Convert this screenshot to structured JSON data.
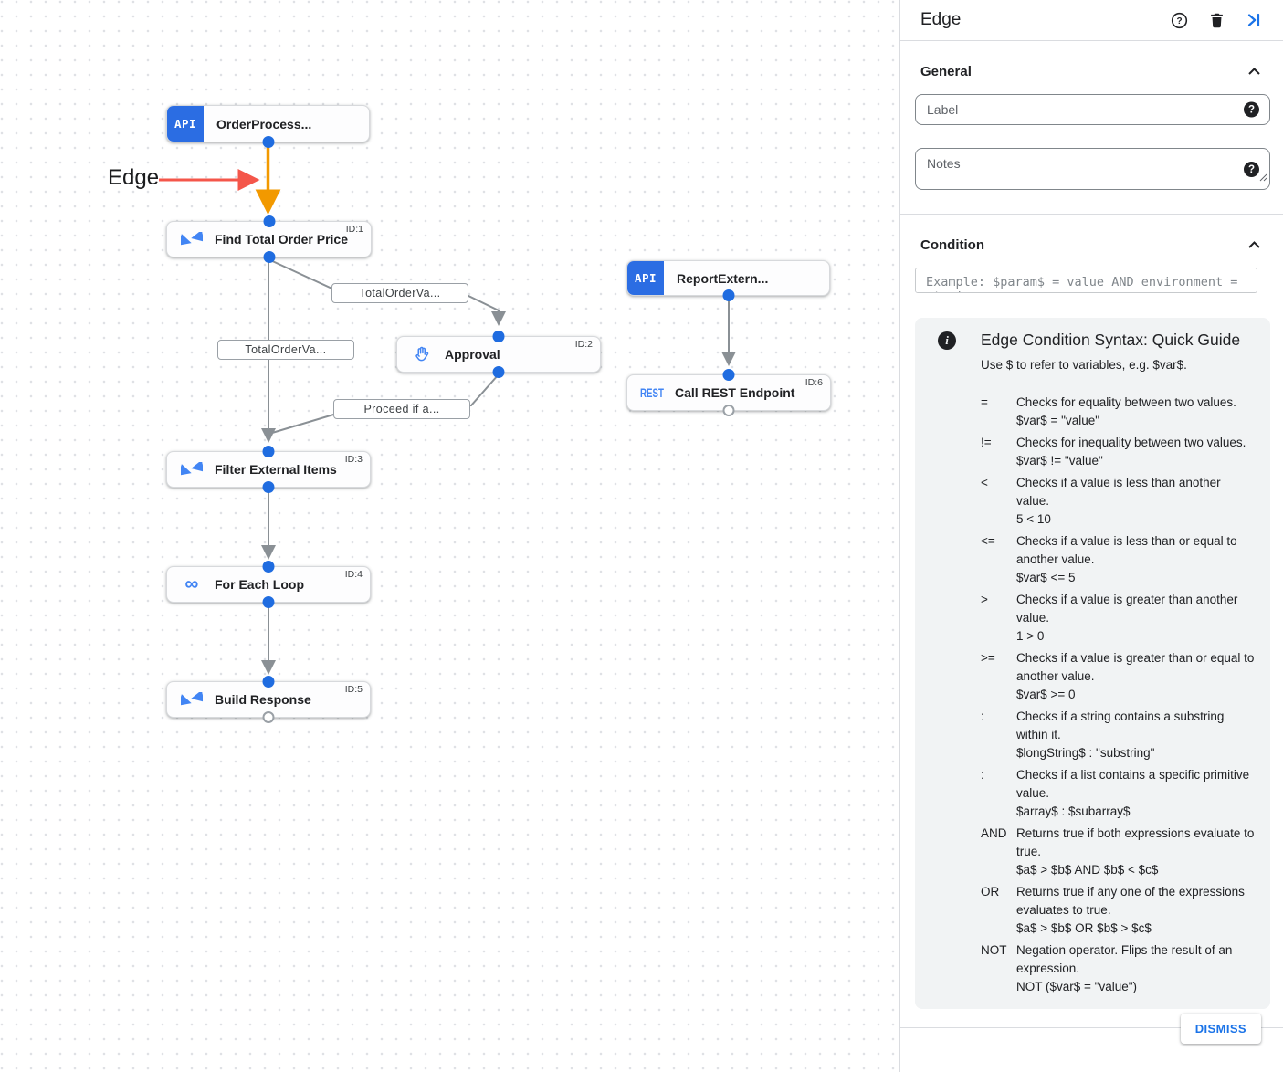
{
  "canvas": {
    "annotation": {
      "label": "Edge"
    },
    "nodes": [
      {
        "label": "OrderProcess...",
        "badge": "API",
        "type": "api-trigger"
      },
      {
        "label": "Find Total Order Price",
        "id_label": "ID:1",
        "icon": "data-mapping"
      },
      {
        "label": "Approval",
        "id_label": "ID:2",
        "icon": "approval-hand"
      },
      {
        "label": "ReportExtern...",
        "badge": "API",
        "type": "api-trigger"
      },
      {
        "label": "Call REST Endpoint",
        "id_label": "ID:6",
        "icon": "rest",
        "icon_glyph": "REST"
      },
      {
        "label": "Filter External Items",
        "id_label": "ID:3",
        "icon": "data-mapping"
      },
      {
        "label": "For Each Loop",
        "id_label": "ID:4",
        "icon": "infinity",
        "icon_glyph": "∞"
      },
      {
        "label": "Build Response",
        "id_label": "ID:5",
        "icon": "data-mapping"
      }
    ],
    "edge_labels": [
      "TotalOrderVa...",
      "TotalOrderVa...",
      "Proceed if a..."
    ],
    "colors": {
      "edge_gray": "#8a9095",
      "edge_highlight": "#f29900",
      "annotation_red": "#f4564a",
      "connector_blue": "#1f6ce0"
    }
  },
  "panel": {
    "title": "Edge",
    "icons": {
      "help": "?",
      "help_filled": "?",
      "info": "i"
    },
    "sections": {
      "general": "General",
      "condition": "Condition"
    },
    "fields": {
      "label_placeholder": "Label",
      "notes_placeholder": "Notes",
      "condition_placeholder": "Example: $param$ = value AND environment = staging"
    },
    "guide": {
      "title": "Edge Condition Syntax: Quick Guide",
      "subtitle": "Use $ to refer to variables, e.g. $var$.",
      "rows": [
        {
          "op": "=",
          "desc": "Checks for equality between two values.",
          "example": "$var$ = \"value\""
        },
        {
          "op": "!=",
          "desc": "Checks for inequality between two values.",
          "example": "$var$ != \"value\""
        },
        {
          "op": "<",
          "desc": "Checks if a value is less than another value.",
          "example": "5 < 10"
        },
        {
          "op": "<=",
          "desc": "Checks if a value is less than or equal to another value.",
          "example": "$var$ <= 5"
        },
        {
          "op": ">",
          "desc": "Checks if a value is greater than another value.",
          "example": "1 > 0"
        },
        {
          "op": ">=",
          "desc": "Checks if a value is greater than or equal to another value.",
          "example": "$var$ >= 0"
        },
        {
          "op": ":",
          "desc": "Checks if a string contains a substring within it.",
          "example": "$longString$ : \"substring\""
        },
        {
          "op": ":",
          "desc": "Checks if a list contains a specific primitive value.",
          "example": "$array$ : $subarray$"
        },
        {
          "op": "AND",
          "desc": "Returns true if both expressions evaluate to true.",
          "example": "$a$ > $b$ AND $b$ < $c$"
        },
        {
          "op": "OR",
          "desc": "Returns true if any one of the expressions evaluates to true.",
          "example": "$a$ > $b$ OR $b$ > $c$"
        },
        {
          "op": "NOT",
          "desc": "Negation operator. Flips the result of an expression.",
          "example": "NOT ($var$ = \"value\")"
        }
      ]
    },
    "footer": {
      "dismiss": "DISMISS"
    }
  }
}
